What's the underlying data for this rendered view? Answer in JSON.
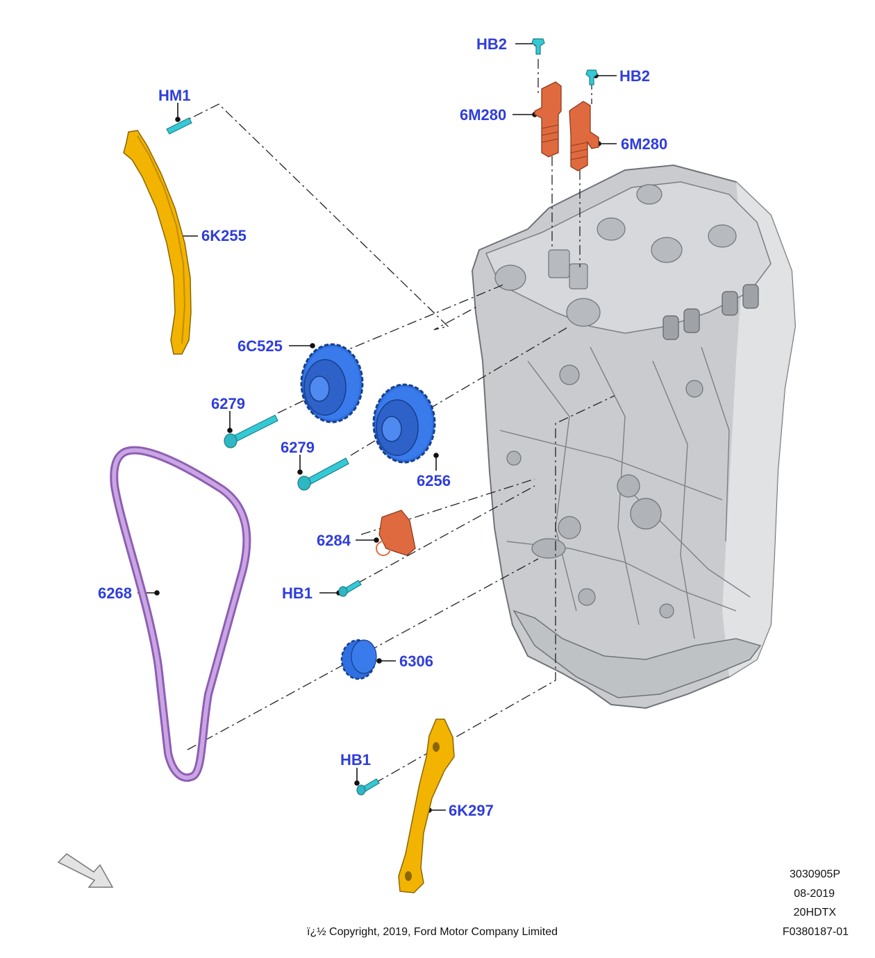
{
  "colors": {
    "callout_text": "#2f3ddb",
    "fastener": "#35c9d6",
    "guide": "#f2b400",
    "solenoid": "#e06a3f",
    "sprocket": "#2f6fe0",
    "chain": "#a775c9",
    "engine_block": "#c9cbce"
  },
  "callouts": {
    "hb2_top": "HB2",
    "hb2_right": "HB2",
    "m6280_left": "6M280",
    "m6280_right": "6M280",
    "hm1": "HM1",
    "k6255": "6K255",
    "c6525": "6C525",
    "p6279_a": "6279",
    "p6279_b": "6279",
    "p6256": "6256",
    "p6284": "6284",
    "hb1_mid": "HB1",
    "p6268": "6268",
    "p6306": "6306",
    "hb1_low": "HB1",
    "k6297": "6K297"
  },
  "meta": {
    "illustration_number": "3030905P",
    "date": "08-2019",
    "model_code": "20HDTX",
    "figure_id": "F0380187-01",
    "copyright": "ï¿½ Copyright, 2019, Ford Motor Company Limited"
  },
  "icons": {
    "view_direction": "view-direction-arrow-icon"
  }
}
